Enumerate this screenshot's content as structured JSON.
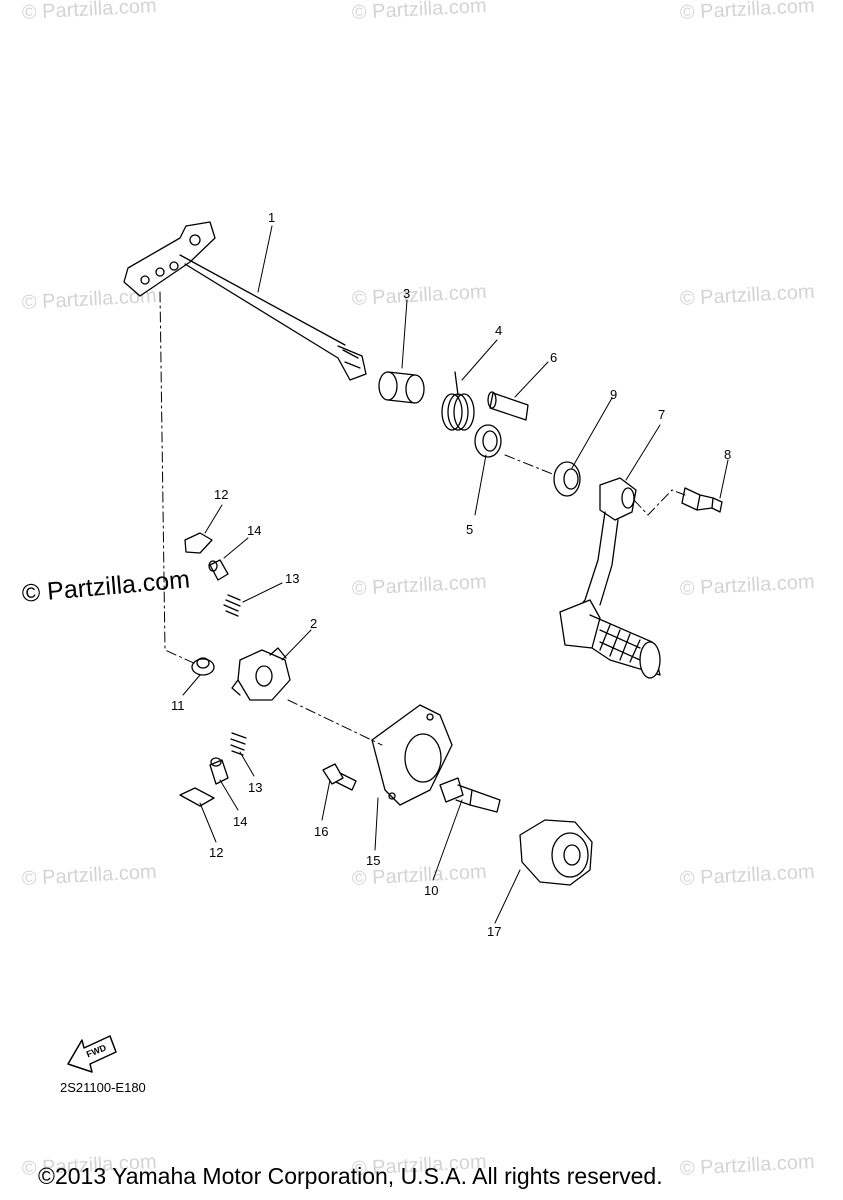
{
  "watermark": "© Partzilla.com",
  "watermark_big": "© Partzilla.com",
  "callouts": [
    "1",
    "2",
    "3",
    "4",
    "5",
    "6",
    "7",
    "8",
    "9",
    "10",
    "11",
    "12",
    "12",
    "13",
    "13",
    "14",
    "14",
    "15",
    "16",
    "17"
  ],
  "fwd_label": "FWD",
  "diagram_code": "2S21100-E180",
  "copyright": "©2013 Yamaha Motor Corporation, U.S.A. All rights reserved."
}
